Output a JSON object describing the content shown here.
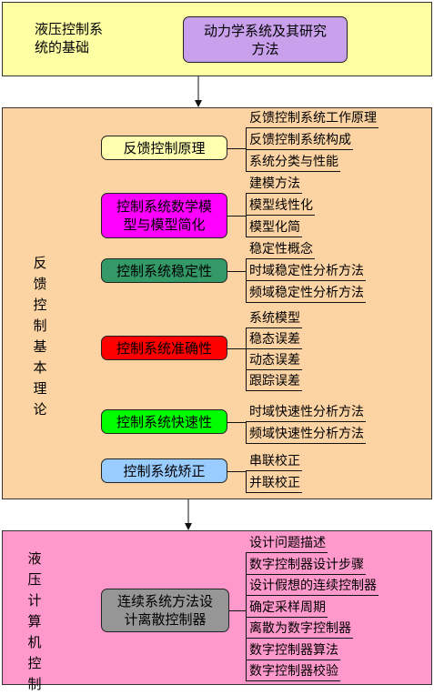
{
  "top": {
    "label": "液压控制系\n统的基础",
    "box": "动力学系统及其研究\n方法",
    "colors": {
      "bg": "#ffffa3",
      "box": "#c8a0ec"
    }
  },
  "middle": {
    "label": "反\n馈\n控\n制\n基\n本\n理\n论",
    "bg": "#fcd3a3",
    "groups": [
      {
        "title": "反馈控制原理",
        "color": "#ffffb0",
        "items": [
          "反馈控制系统工作原理",
          "反馈控制系统构成",
          "系统分类与性能"
        ]
      },
      {
        "title": "控制系统数学模\n型与模型简化",
        "color": "#ff00ff",
        "items": [
          "建模方法",
          "模型线性化",
          "模型化简"
        ]
      },
      {
        "title": "控制系统稳定性",
        "color": "#339966",
        "items": [
          "稳定性概念",
          "时域稳定性分析方法",
          "频域稳定性分析方法"
        ]
      },
      {
        "title": "控制系统准确性",
        "color": "#ff0000",
        "items": [
          "系统模型",
          "稳态误差",
          "动态误差",
          "跟踪误差"
        ]
      },
      {
        "title": "控制系统快速性",
        "color": "#00ff00",
        "items": [
          "时域快速性分析方法",
          "频域快速性分析方法"
        ]
      },
      {
        "title": "控制系统矫正",
        "color": "#99ccff",
        "items": [
          "串联校正",
          "并联校正"
        ]
      }
    ]
  },
  "bottom": {
    "label": "液\n压\n计\n算\n机\n控\n制",
    "bg": "#ff99cc",
    "box": "连续系统方法设\n计离散控制器",
    "box_color": "#969696",
    "items": [
      "设计问题描述",
      "数字控制器设计步骤",
      "设计假想的连续控制器",
      "确定采样周期",
      "离散为数字控制器",
      "数字控制器算法",
      "数字控制器校验"
    ]
  }
}
